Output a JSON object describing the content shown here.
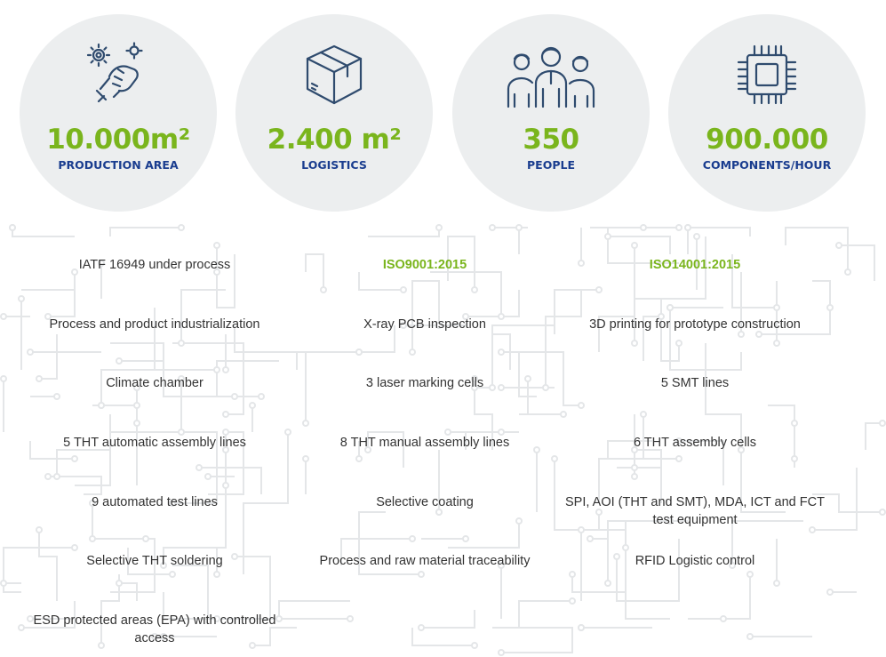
{
  "colors": {
    "accent_green": "#7ab51d",
    "label_blue": "#1a3d8f",
    "icon_blue": "#2f4b6e",
    "circle_gray": "#eceeef",
    "circuit_gray": "#e4e6e8"
  },
  "stats": [
    {
      "icon": "gear-hand-icon",
      "value": "10.000m²",
      "label": "PRODUCTION AREA"
    },
    {
      "icon": "box-icon",
      "value": "2.400 m²",
      "label": "LOGISTICS"
    },
    {
      "icon": "people-icon",
      "value": "350",
      "label": "PEOPLE"
    },
    {
      "icon": "chip-icon",
      "value": "900.000",
      "label": "COMPONENTS/HOUR"
    }
  ],
  "features": {
    "col1": [
      "IATF 16949 under process",
      "Process and product industrialization",
      "Climate chamber",
      "5 THT automatic assembly lines",
      "9 automated test lines",
      "Selective THT soldering",
      "ESD protected areas (EPA) with controlled access"
    ],
    "col2": [
      "ISO9001:2015",
      "X-ray PCB inspection",
      "3 laser marking cells",
      "8 THT manual assembly lines",
      "Selective coating",
      "Process and raw material traceability"
    ],
    "col3": [
      "ISO14001:2015",
      "3D printing for prototype construction",
      "5 SMT lines",
      "6 THT assembly cells",
      "SPI, AOI (THT and SMT), MDA, ICT and FCT test equipment",
      "RFID Logistic control"
    ]
  }
}
